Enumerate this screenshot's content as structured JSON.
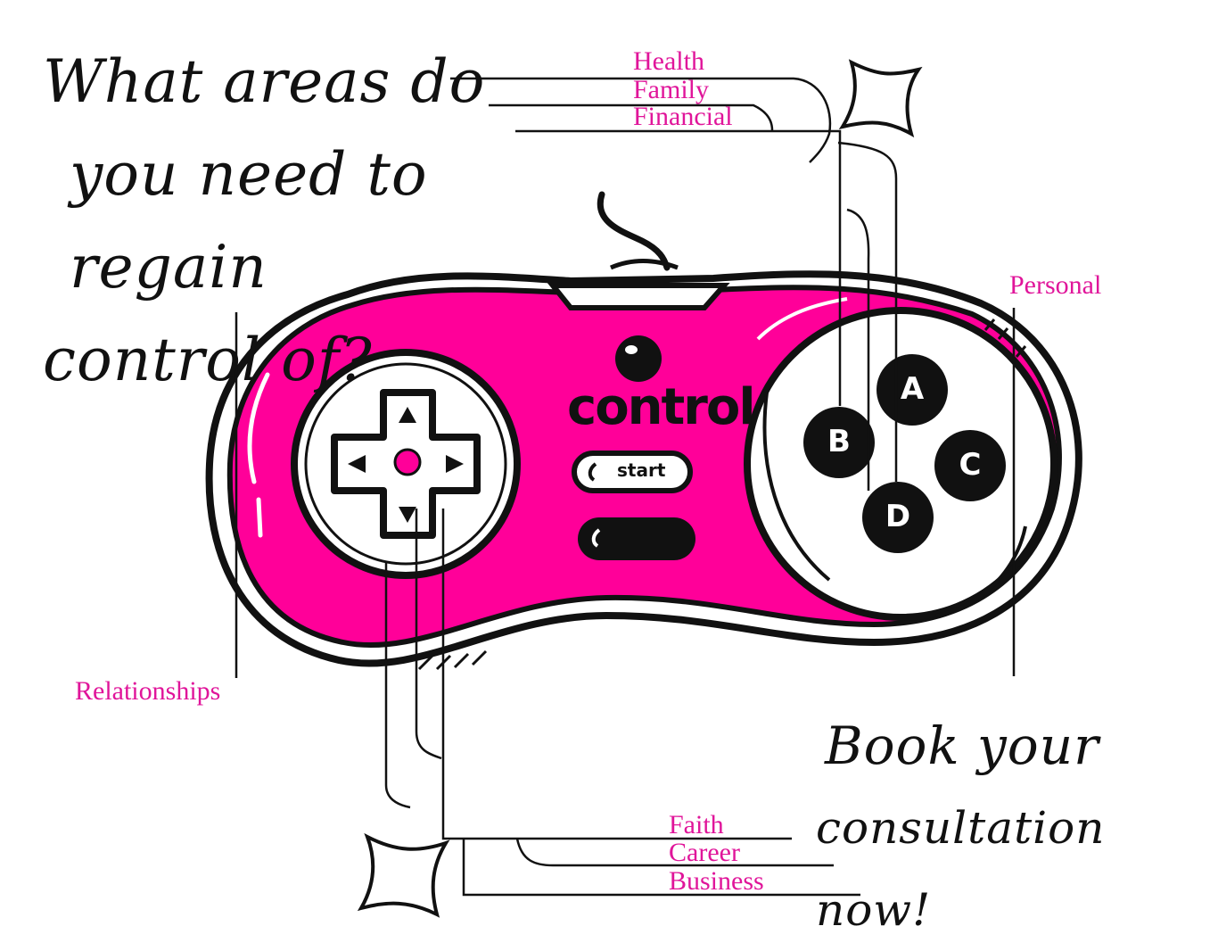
{
  "headline": {
    "lines": [
      "What areas do",
      "you need to regain",
      "control of?"
    ]
  },
  "cta": {
    "lines": [
      "Book your",
      "consultation now!"
    ]
  },
  "labels": {
    "health": "Health",
    "family": "Family",
    "financial": "Financial",
    "personal": "Personal",
    "relationships": "Relationships",
    "faith": "Faith",
    "career": "Career",
    "business": "Business"
  },
  "controller": {
    "brand": "control",
    "start": "start",
    "buttons": [
      "A",
      "B",
      "C",
      "D"
    ]
  },
  "colors": {
    "accent": "#ff0099",
    "label": "#e0159a",
    "ink": "#111111"
  }
}
